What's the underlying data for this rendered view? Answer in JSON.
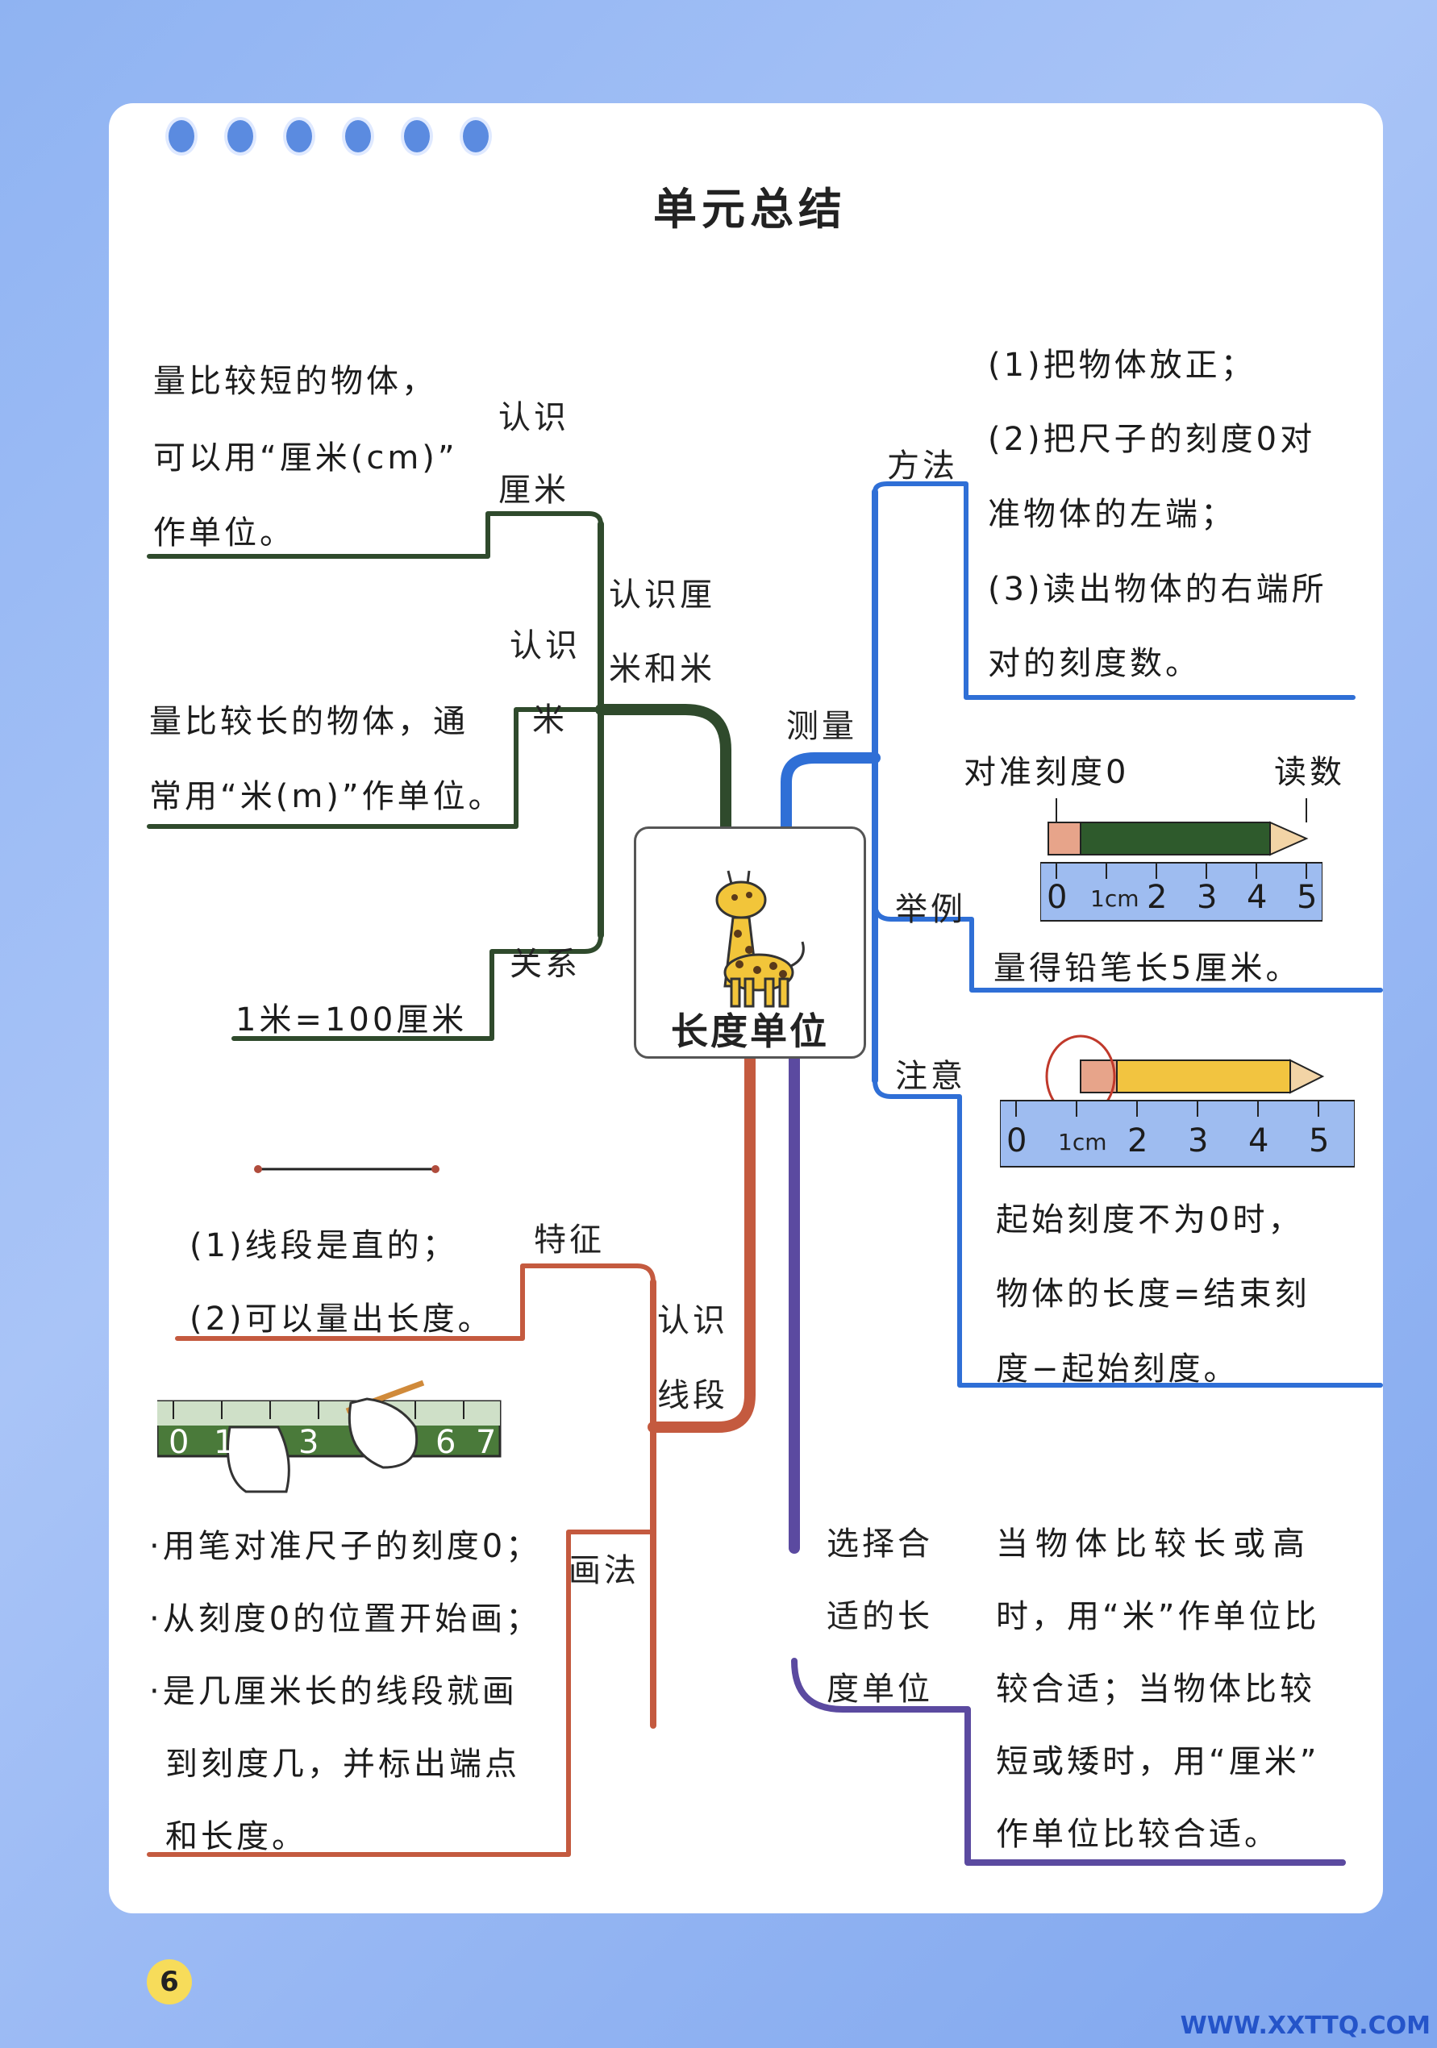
{
  "title": "单元总结",
  "center": {
    "label": "长度单位",
    "mascot": "giraffe-icon"
  },
  "colors": {
    "green": "#2f4a2c",
    "blue": "#2f6fd6",
    "red": "#c45a3f",
    "purple": "#5b4aa0"
  },
  "left_top": {
    "branch": "认识厘米和米",
    "branch_lines": [
      "认识厘",
      "米和米"
    ],
    "cm": {
      "label_lines": [
        "认识",
        "厘米"
      ],
      "text_lines": [
        "量比较短的物体，",
        "可以用“厘米(cm)”",
        "作单位。"
      ]
    },
    "m": {
      "label_lines": [
        "认识",
        "米"
      ],
      "text_lines": [
        "量比较长的物体，通",
        "常用“米(m)”作单位。"
      ]
    },
    "relation": {
      "label": "关系",
      "text": "1米=100厘米"
    }
  },
  "left_bottom": {
    "branch_lines": [
      "认识",
      "线段"
    ],
    "feature": {
      "label": "特征",
      "text_lines": [
        "(1)线段是直的；",
        "(2)可以量出长度。"
      ]
    },
    "draw": {
      "label": "画法",
      "text_lines": [
        "·用笔对准尺子的刻度0；",
        "·从刻度0的位置开始画；",
        "·是几厘米长的线段就画",
        "到刻度几，并标出端点",
        "和长度。"
      ]
    },
    "ruler_digits": [
      "0",
      "1",
      "3",
      "6",
      "7"
    ]
  },
  "right_top": {
    "branch": "测量",
    "method": {
      "label": "方法",
      "text_lines": [
        "(1)把物体放正；",
        "(2)把尺子的刻度0对",
        "准物体的左端；",
        "(3)读出物体的右端所",
        "对的刻度数。"
      ]
    },
    "example": {
      "label": "举例",
      "callout_left": "对准刻度0",
      "callout_right": "读数",
      "result": "量得铅笔长5厘米。"
    },
    "note": {
      "label": "注意",
      "text_lines": [
        "起始刻度不为0时，",
        "物体的长度=结束刻",
        "度−起始刻度。"
      ]
    },
    "ruler_digits": [
      "0",
      "1cm",
      "2",
      "3",
      "4",
      "5"
    ]
  },
  "right_bottom": {
    "branch_lines": [
      "选择合",
      "适的长",
      "度单位"
    ],
    "text_lines": [
      "当物体比较长或高",
      "时，用“米”作单位比",
      "较合适；当物体比较",
      "短或矮时，用“厘米”",
      "作单位比较合适。"
    ]
  },
  "page_number": "6",
  "site": "WWW.XXTTQ.COM"
}
